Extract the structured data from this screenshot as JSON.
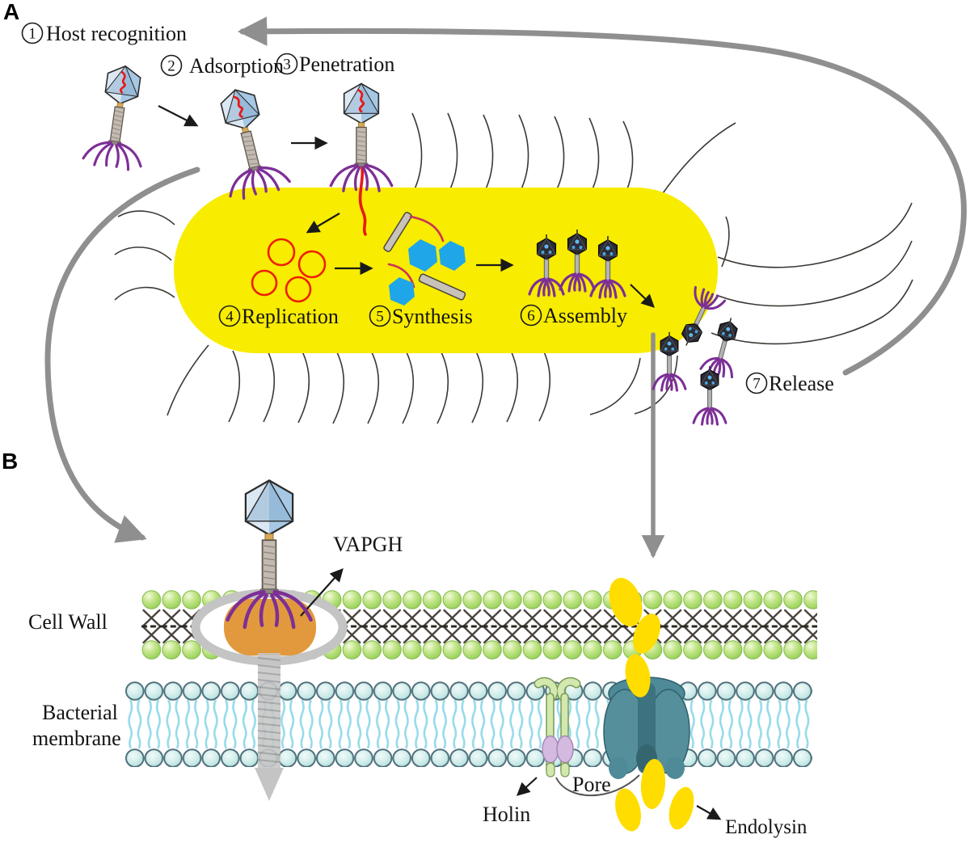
{
  "figure": {
    "panel_a_letter": "A",
    "panel_b_letter": "B"
  },
  "steps": [
    {
      "num": "1",
      "label": "Host recognition"
    },
    {
      "num": "2",
      "label": "Adsorption"
    },
    {
      "num": "3",
      "label": "Penetration"
    },
    {
      "num": "4",
      "label": "Replication"
    },
    {
      "num": "5",
      "label": "Synthesis"
    },
    {
      "num": "6",
      "label": "Assembly"
    },
    {
      "num": "7",
      "label": "Release"
    }
  ],
  "panel_b_labels": {
    "vapgh": "VAPGH",
    "cell_wall": "Cell Wall",
    "membrane_line1": "Bacterial",
    "membrane_line2": "membrane",
    "holin": "Holin",
    "pore": "Pore",
    "endolysin": "Endolysin"
  },
  "colors": {
    "bacterium": "#f8ec00",
    "endolysin": "#ffdd00",
    "vapgh_enzyme": "#e2993d",
    "phage_head_blue": "#a6c8e4",
    "phage_leg_purple": "#7d2f96",
    "dna_red": "#e81818",
    "arrow_gray": "#8f8f8f",
    "wall_bead_green": "#a9dd6f",
    "membrane_bead_teal": "#c9e9e8",
    "pore_teal": "#558f9c",
    "holin_green": "#d2e8ae",
    "holin_oval_purple": "#d4badf"
  }
}
